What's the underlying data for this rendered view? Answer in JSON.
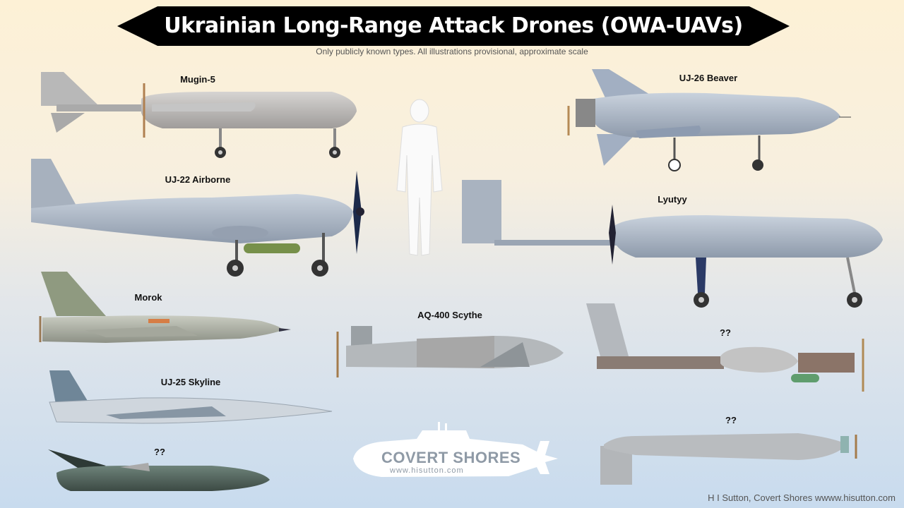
{
  "header": {
    "title": "Ukrainian Long-Range Attack Drones (OWA-UAVs)",
    "subtitle": "Only publicly known types. All illustrations provisional, approximate scale"
  },
  "drones": [
    {
      "name": "Mugin-5"
    },
    {
      "name": "UJ-22 Airborne"
    },
    {
      "name": "Morok"
    },
    {
      "name": "UJ-25 Skyline"
    },
    {
      "name": "??"
    },
    {
      "name": "UJ-26 Beaver"
    },
    {
      "name": "Lyutyy"
    },
    {
      "name": "AQ-400 Scythe"
    },
    {
      "name": "??"
    },
    {
      "name": "??"
    }
  ],
  "logo": {
    "name": "COVERT SHORES",
    "url": "www.hisutton.com"
  },
  "credit": "H I Sutton, Covert Shores wwww.hisutton.com",
  "colors": {
    "banner": "#000000",
    "drone_grey": "#b9bfc6",
    "drone_blue": "#a9b6c8"
  }
}
